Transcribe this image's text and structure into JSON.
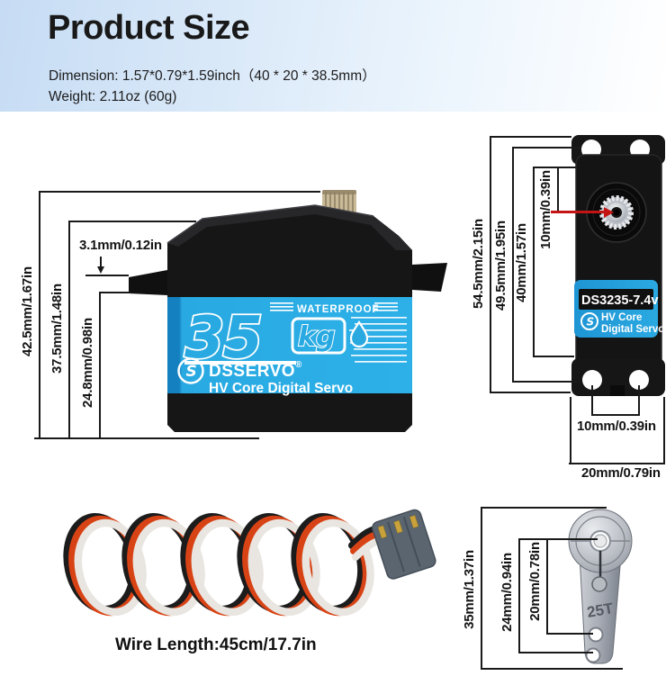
{
  "header": {
    "title": "Product Size",
    "dimension": "Dimension: 1.57*0.79*1.59inch（40 * 20 * 38.5mm）",
    "weight": "Weight: 2.11oz (60g)"
  },
  "front_view": {
    "labels": {
      "overall_height": "42.5mm/1.67in",
      "case_height": "37.5mm/1.48in",
      "lower_height": "24.8mm/0.98in",
      "flange_thickness": "3.1mm/0.12in"
    },
    "servo": {
      "rating_number": "35",
      "rating_unit": "kg",
      "waterproof": "WATERPROOF",
      "logo_letter": "S",
      "brand": "DSSERVO",
      "registered": "®",
      "tagline": "HV Core Digital Servo"
    }
  },
  "side_view": {
    "labels": {
      "overall_height": "54.5mm/2.15in",
      "hole_span": "49.5mm/1.95in",
      "case_height": "40mm/1.57in",
      "shaft_offset": "10mm/0.39in",
      "hole_pitch": "10mm/0.39in",
      "case_width": "20mm/0.79in"
    },
    "servo": {
      "model": "DS3235-7.4v",
      "logo_letter": "S",
      "line1": "HV Core",
      "line2": "Digital Servo"
    }
  },
  "wire": {
    "caption": "Wire Length:45cm/17.7in"
  },
  "horn": {
    "labels": {
      "overall_length": "35mm/1.37in",
      "span_24": "24mm/0.94in",
      "span_20": "20mm/0.78in"
    },
    "teeth": "25T"
  },
  "colors": {
    "servo_blue": "#29a9e1",
    "servo_blue_dark": "#1480bf",
    "body_black": "#141414",
    "arrow_red": "#c41414",
    "header_blue": "#c6dcf4",
    "metal_silver": "#b9bdc4",
    "connector_gray": "#5a6570",
    "pin_gold": "#c9a23c"
  }
}
